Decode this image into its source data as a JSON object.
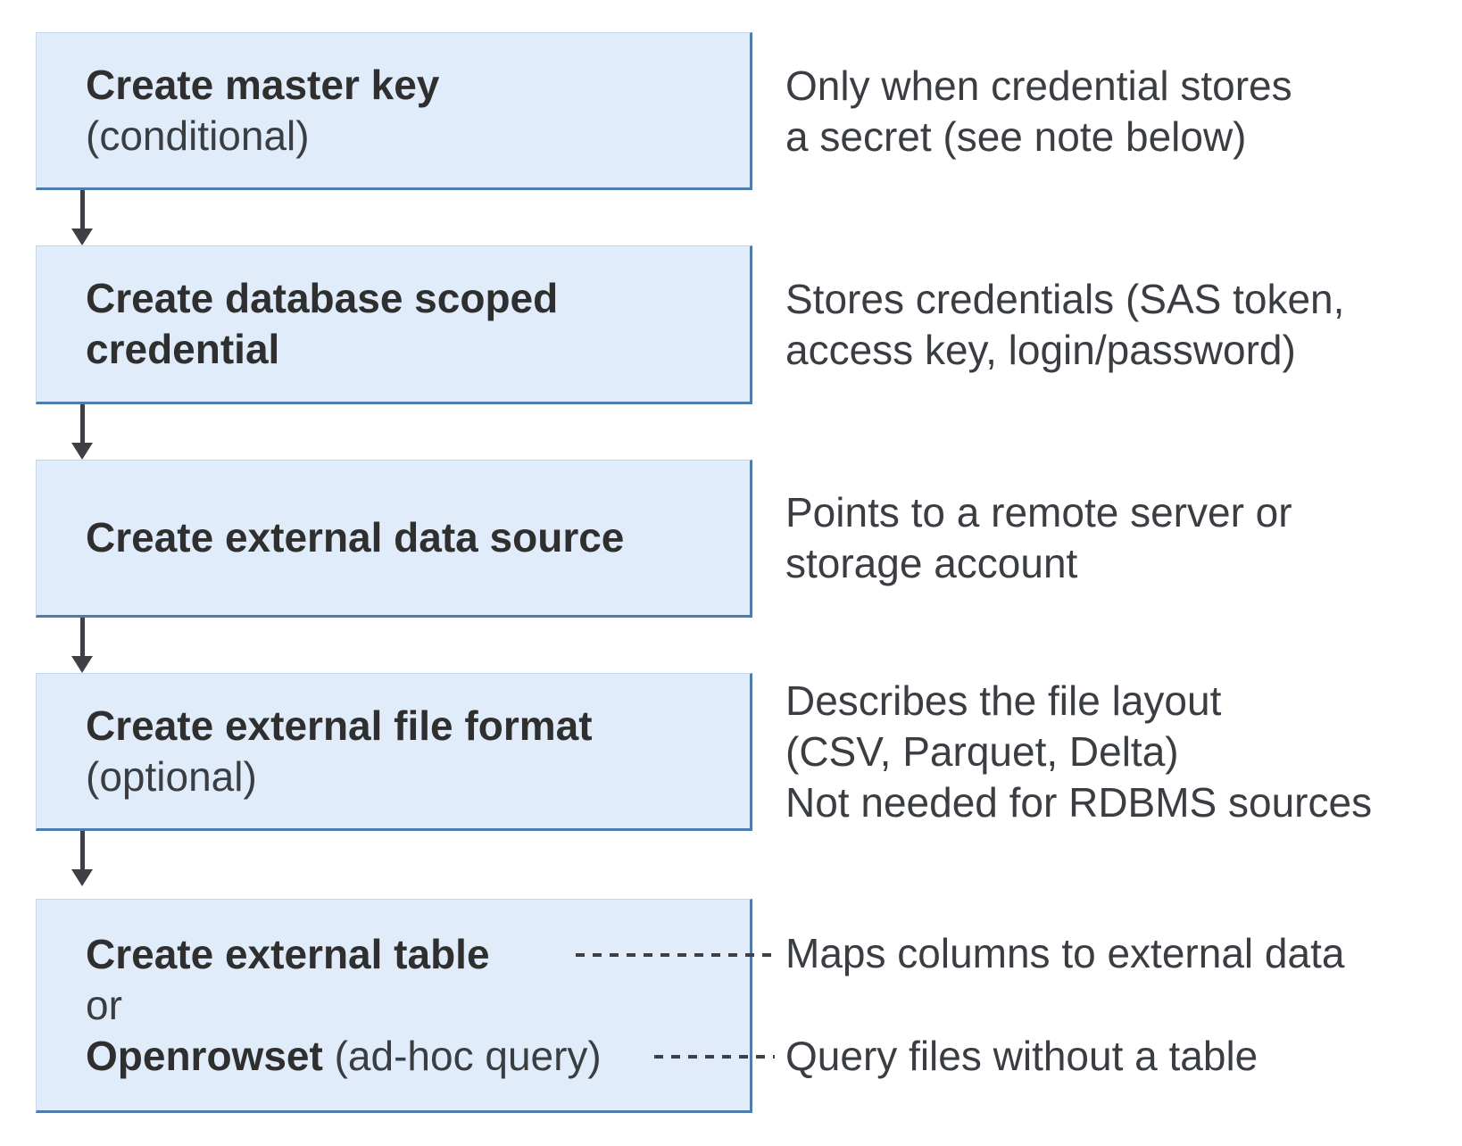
{
  "colors": {
    "box_fill": "#e1ecfa",
    "box_border_strong": "#4f7cae",
    "box_border_light": "#c3d8f0",
    "connector": "#3e4045",
    "heading_text": "#2f2f2f",
    "note_text": "#3a3d42"
  },
  "steps": [
    {
      "box": {
        "line1": "Create master key",
        "line2": "(conditional)"
      },
      "note": {
        "line1": "Only when credential stores",
        "line2": "a secret (see note below)"
      }
    },
    {
      "box": {
        "line1": "Create database scoped",
        "line2": "credential"
      },
      "note": {
        "line1": "Stores credentials (SAS token,",
        "line2": "access key, login/password)"
      }
    },
    {
      "box": {
        "line1": "Create external data source"
      },
      "note": {
        "line1": "Points to a remote server or",
        "line2": "storage account"
      }
    },
    {
      "box": {
        "line1": "Create external file format",
        "line2": "(optional)"
      },
      "note": {
        "line1": "Describes the file layout",
        "line2": "(CSV, Parquet, Delta)",
        "line3": "Not needed for RDBMS sources"
      }
    },
    {
      "box": {
        "line1_bold": "Create external table",
        "line2": "or",
        "line3_bold": "Openrowset",
        "line3_regular": " (ad-hoc query)"
      },
      "note": {
        "line1": "Maps columns to external data",
        "line2": "Query files without a table"
      }
    }
  ]
}
